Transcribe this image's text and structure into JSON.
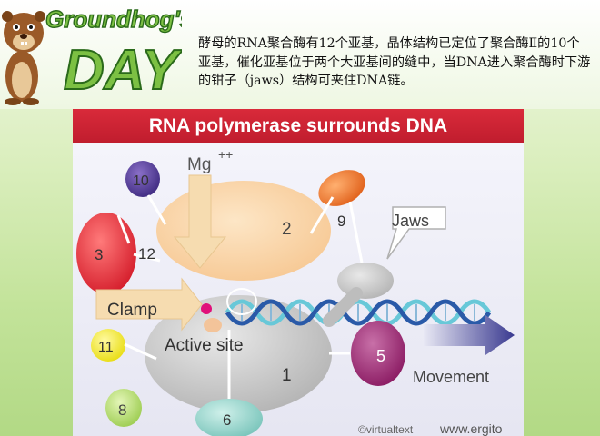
{
  "logo": {
    "text": "Groundhog's DAY",
    "line1": "Groundhog's",
    "line2": "DAY"
  },
  "caption": "酵母的RNA聚合酶有12个亚基，晶体结构已定位了聚合酶Ⅱ的10个亚基，催化亚基位于两个大亚基间的缝中，当DNA进入聚合酶时下游的钳子（jaws）结构可夹住DNA链。",
  "figure": {
    "title": "RNA polymerase surrounds DNA",
    "labels": {
      "mg": "Mg",
      "mg_sup": "++",
      "jaws": "Jaws",
      "clamp": "Clamp",
      "active_site": "Active site",
      "movement": "Movement",
      "copyright": "©virtualtext",
      "website": "www.ergito"
    },
    "subunits": {
      "s1": "1",
      "s2": "2",
      "s3": "3",
      "s5": "5",
      "s6": "6",
      "s8": "8",
      "s9": "9",
      "s10": "10",
      "s11": "11",
      "s12": "12"
    },
    "colors": {
      "title_bar": "#c8202f",
      "subunit_1": "#c8c8c8",
      "subunit_2": "#fbd8a8",
      "subunit_3": "#e8323c",
      "subunit_5": "#a0307a",
      "subunit_6": "#8ed0c8",
      "subunit_8": "#b8e070",
      "subunit_9": "#ee7a2a",
      "subunit_10": "#5a3e9a",
      "subunit_11": "#f4ec30",
      "dna_strand_a": "#2a5aa8",
      "dna_strand_b": "#68c8d8",
      "movement_arrow": "#3a3a90"
    }
  }
}
